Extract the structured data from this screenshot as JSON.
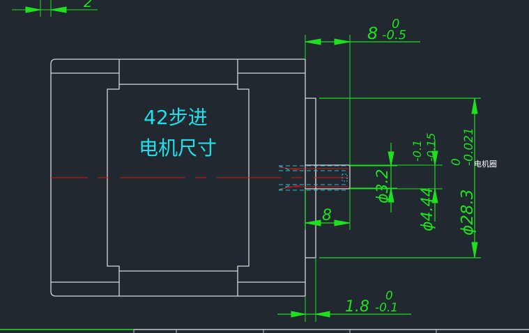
{
  "drawing": {
    "title_line1": "42步进",
    "title_line2": "电机尺寸",
    "side_label": "电机圈",
    "colors": {
      "background": "#212830",
      "outline": "#d8d8d8",
      "dimension": "#1fe01f",
      "centerline": "#d01818",
      "hidden": "#1ec8d8",
      "note": "#1ee0ea"
    }
  },
  "dimensions": {
    "top_partial": {
      "value": "2"
    },
    "boss_length": {
      "value": "8",
      "upper_tol": "0",
      "lower_tol": "-0.5"
    },
    "shaft_length": {
      "value": "8"
    },
    "flange_thickness": {
      "value": "1.8",
      "upper_tol": "0",
      "lower_tol": "-0.1"
    },
    "bore_diameter": {
      "value": "ϕ3.2"
    },
    "shaft_diameter": {
      "value": "ϕ4.44",
      "upper_tol": "-0.1",
      "lower_tol": "-0.15"
    },
    "boss_diameter": {
      "value": "ϕ28.3",
      "upper_tol": "0",
      "lower_tol": "-0.021"
    }
  }
}
